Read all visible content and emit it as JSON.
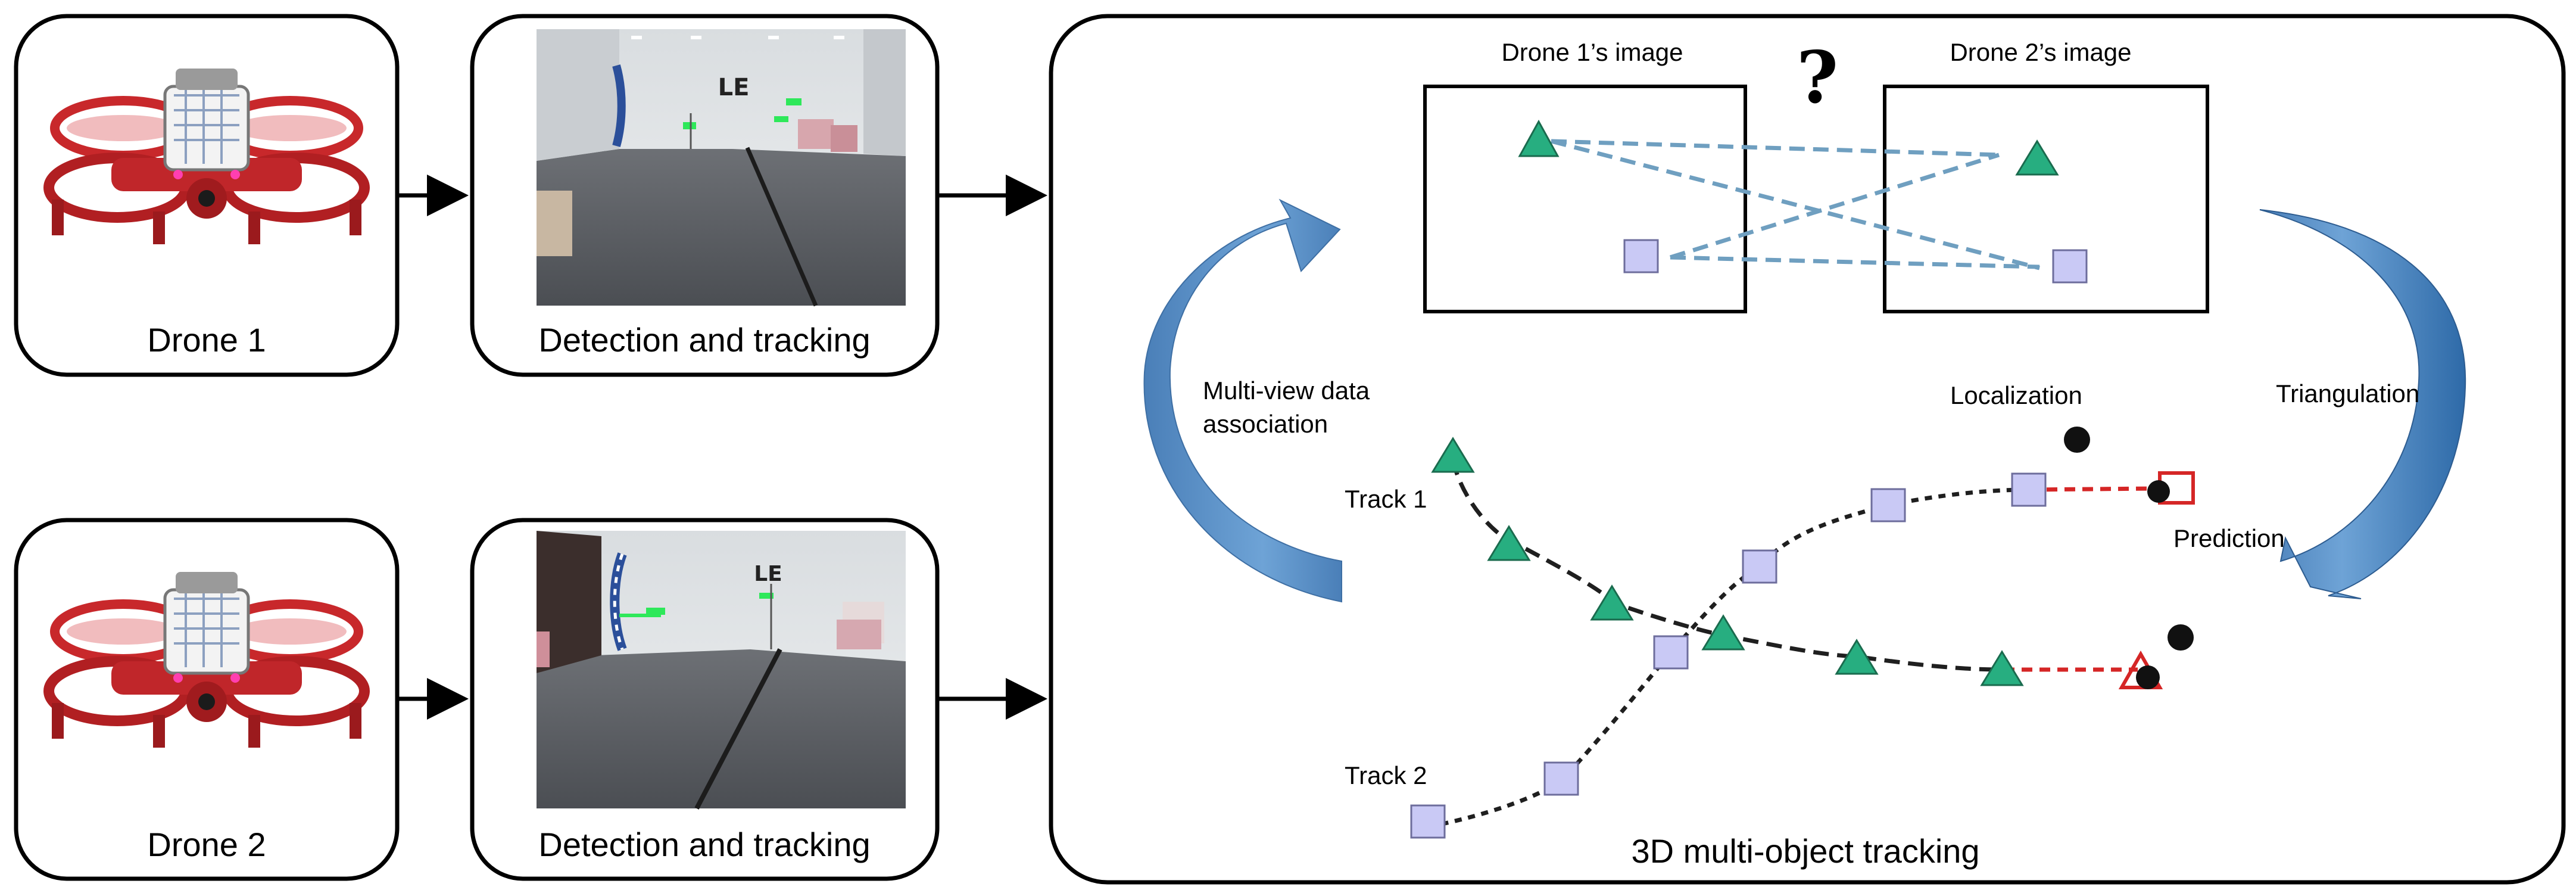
{
  "left_panels": {
    "drone1_label": "Drone 1",
    "drone2_label": "Drone 2",
    "detection1_label": "Detection and tracking",
    "detection2_label": "Detection and tracking"
  },
  "right_panel": {
    "title": "3D multi-object tracking",
    "view1_title": "Drone 1’s image",
    "view2_title": "Drone 2’s image",
    "question_mark": "?",
    "association_label": "Multi-view data association",
    "triangulation_label": "Triangulation",
    "localization_label": "Localization",
    "prediction_label": "Prediction",
    "track1_label": "Track 1",
    "track2_label": "Track 2"
  },
  "colors": {
    "triangle_fill": "#27ae80",
    "square_fill": "#c9c9f5",
    "association_line": "#6f9fc0",
    "prediction_line": "#d52626",
    "arrow_blue": "#5b8fc7"
  }
}
